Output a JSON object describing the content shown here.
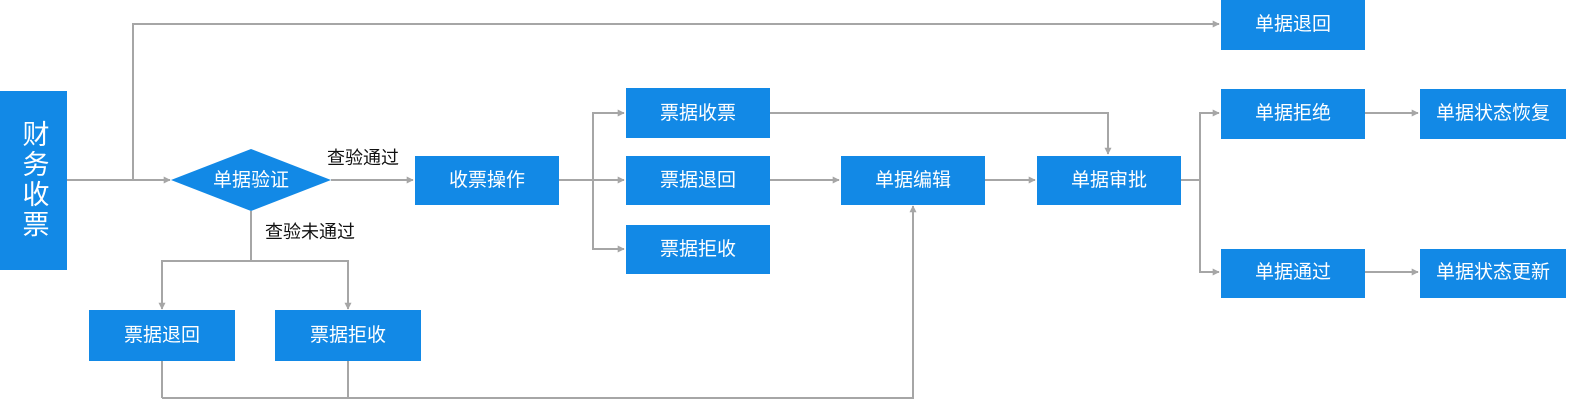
{
  "nodes": {
    "start": "财务收票",
    "verify": "单据验证",
    "collect_op": "收票操作",
    "invoice_accept": "票据收票",
    "invoice_return_mid": "票据退回",
    "invoice_reject_mid": "票据拒收",
    "invoice_return_low": "票据退回",
    "invoice_reject_low": "票据拒收",
    "doc_edit": "单据编辑",
    "doc_approve": "单据审批",
    "doc_return": "单据退回",
    "doc_reject": "单据拒绝",
    "doc_pass": "单据通过",
    "status_restore": "单据状态恢复",
    "status_update": "单据状态更新"
  },
  "edge_labels": {
    "verify_pass": "查验通过",
    "verify_fail": "查验未通过"
  },
  "colors": {
    "node_fill": "#1289e6",
    "node_text": "#ffffff",
    "edge": "#a6a6a6",
    "label_text": "#111111"
  }
}
